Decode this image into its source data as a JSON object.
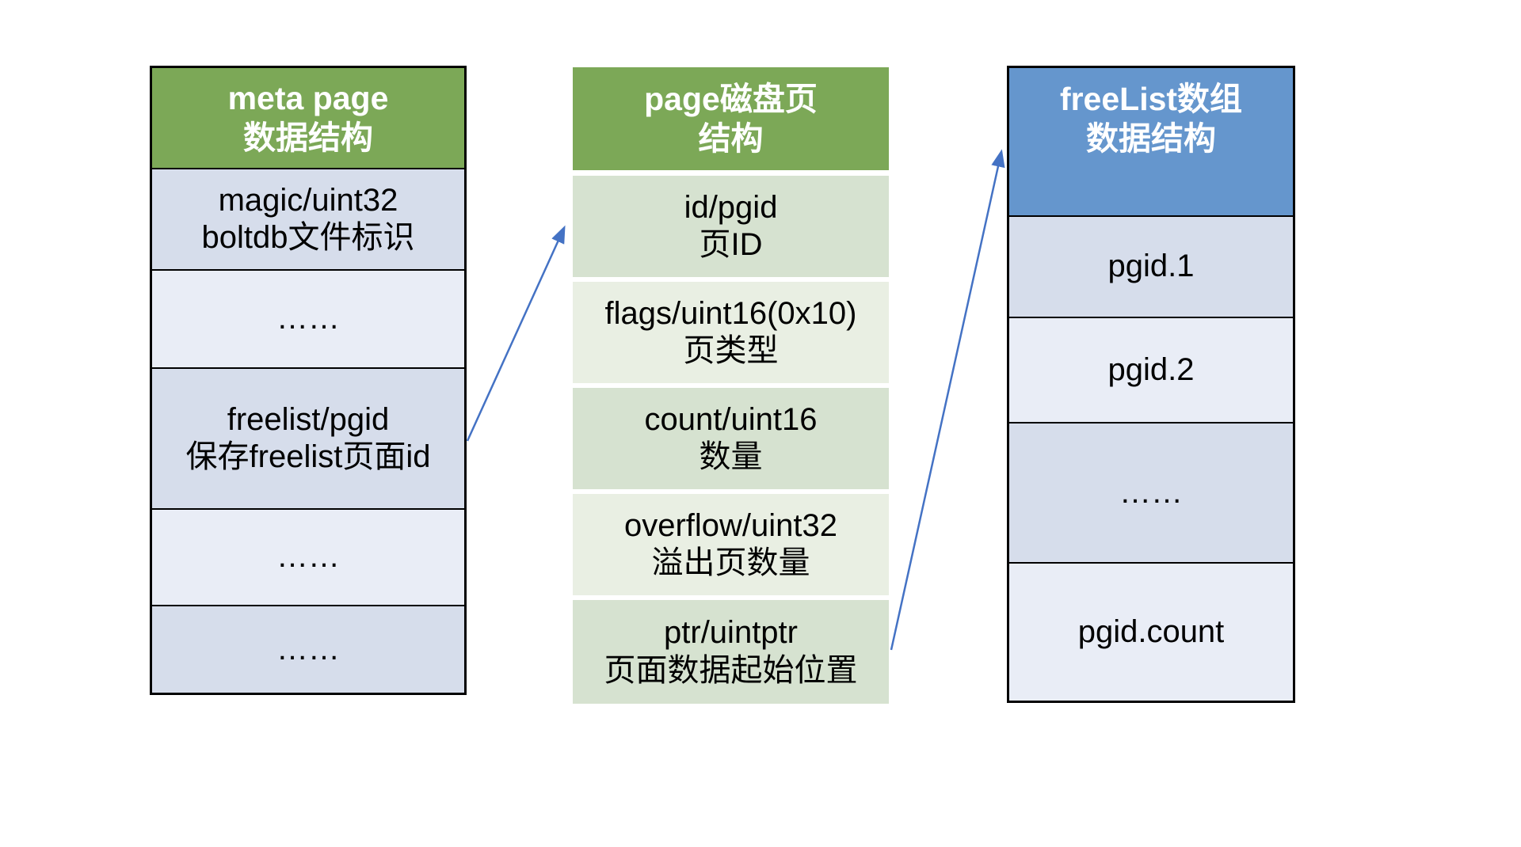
{
  "colors": {
    "background": "#FFFFFF",
    "green_header": "#7CA857",
    "blue_header": "#6596CD",
    "blue_row_dark": "#D6DDEB",
    "blue_row_light": "#E9EDF6",
    "green_row_dark": "#D6E2D0",
    "green_row_light": "#E9EFE3",
    "border": "#000000",
    "header_text": "#FFFFFF",
    "cell_text": "#000000",
    "arrow": "#4472C4"
  },
  "tables": {
    "meta": {
      "header": {
        "line1": "meta page",
        "line2": "数据结构"
      },
      "rows": [
        {
          "line1": "magic/uint32",
          "line2": "boltdb文件标识"
        },
        {
          "line1": "……"
        },
        {
          "line1": "freelist/pgid",
          "line2": "保存freelist页面id"
        },
        {
          "line1": "……"
        },
        {
          "line1": "……"
        }
      ]
    },
    "page": {
      "header": {
        "line1": "page磁盘页",
        "line2": "结构"
      },
      "rows": [
        {
          "line1": "id/pgid",
          "line2": "页ID"
        },
        {
          "line1": "flags/uint16(0x10)",
          "line2": "页类型"
        },
        {
          "line1": "count/uint16",
          "line2": "数量"
        },
        {
          "line1": "overflow/uint32",
          "line2": "溢出页数量"
        },
        {
          "line1": "ptr/uintptr",
          "line2": "页面数据起始位置"
        }
      ]
    },
    "freelist": {
      "header": {
        "line1": "freeList数组",
        "line2": "数据结构"
      },
      "rows": [
        {
          "line1": "pgid.1"
        },
        {
          "line1": "pgid.2"
        },
        {
          "line1": "……"
        },
        {
          "line1": "pgid.count"
        }
      ]
    }
  },
  "arrows": [
    {
      "name": "meta-freelist-to-page-top"
    },
    {
      "name": "page-ptr-to-freelist-header"
    }
  ]
}
